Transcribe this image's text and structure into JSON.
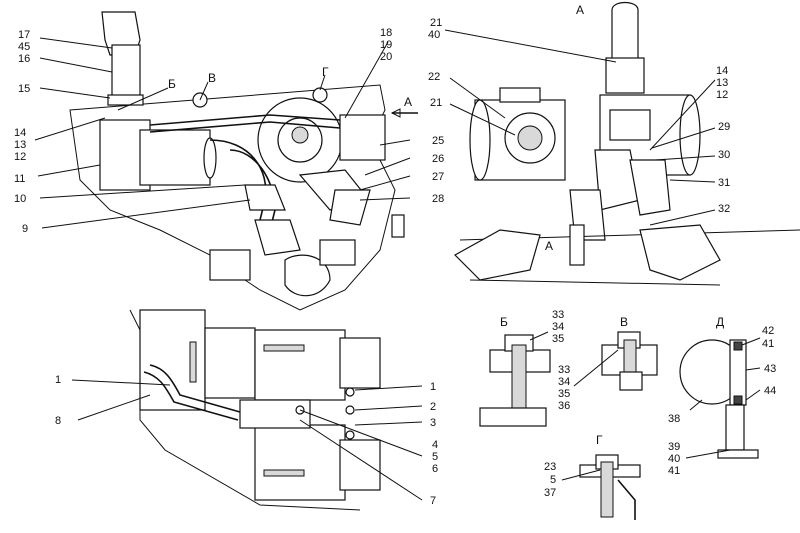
{
  "views": {
    "top_left": {
      "labels": [
        "17",
        "45",
        "16",
        "15",
        "Б",
        "В",
        "Г",
        "18",
        "19",
        "20",
        "14",
        "13",
        "12",
        "11",
        "10",
        "9",
        "25",
        "26",
        "27",
        "28"
      ],
      "arrow": "А"
    },
    "top_right": {
      "title": "А",
      "labels": [
        "21",
        "40",
        "22",
        "21",
        "14",
        "13",
        "12",
        "29",
        "30",
        "31",
        "32"
      ],
      "bottom_marker": "А"
    },
    "bottom_left": {
      "labels": [
        "1",
        "8",
        "1",
        "2",
        "3",
        "4",
        "5",
        "6",
        "7"
      ]
    },
    "detail_B": {
      "title": "Б",
      "labels": [
        "33",
        "34",
        "35"
      ]
    },
    "detail_V": {
      "title": "В",
      "labels": [
        "33",
        "34",
        "35",
        "36"
      ]
    },
    "detail_G": {
      "title": "Г",
      "labels": [
        "23",
        "5",
        "37"
      ]
    },
    "detail_D": {
      "title": "Д",
      "labels": [
        "42",
        "41",
        "43",
        "44",
        "38",
        "39",
        "40",
        "41"
      ]
    }
  }
}
